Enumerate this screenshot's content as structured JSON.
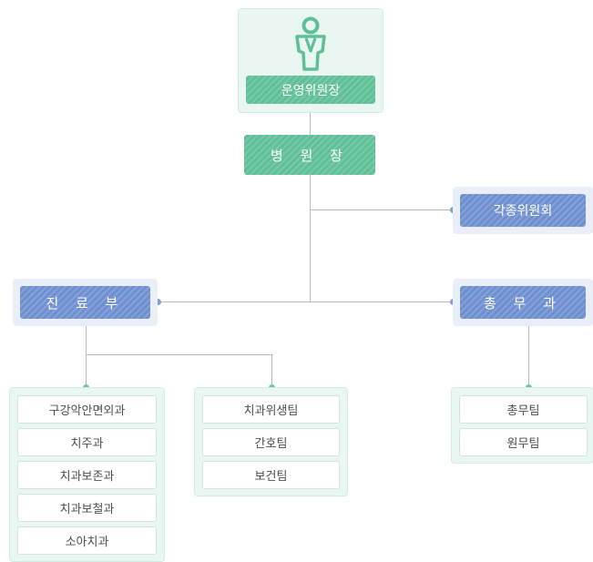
{
  "top": {
    "icon": "person-icon",
    "label": "운영위원장"
  },
  "director": {
    "label": "병 원 장"
  },
  "committees": {
    "label": "각종위원회"
  },
  "medical": {
    "label": "진 료 부"
  },
  "admin": {
    "label": "총 무 과"
  },
  "medical_depts_left": [
    "구강악안면외과",
    "치주과",
    "치과보존과",
    "치과보철과",
    "소아치과"
  ],
  "medical_teams_right": [
    "치과위생팀",
    "간호팀",
    "보건팀"
  ],
  "admin_teams": [
    "총무팀",
    "원무팀"
  ],
  "colors": {
    "green": "#5fbf97",
    "blue": "#6e8fd0",
    "line": "#b9b9b9"
  }
}
